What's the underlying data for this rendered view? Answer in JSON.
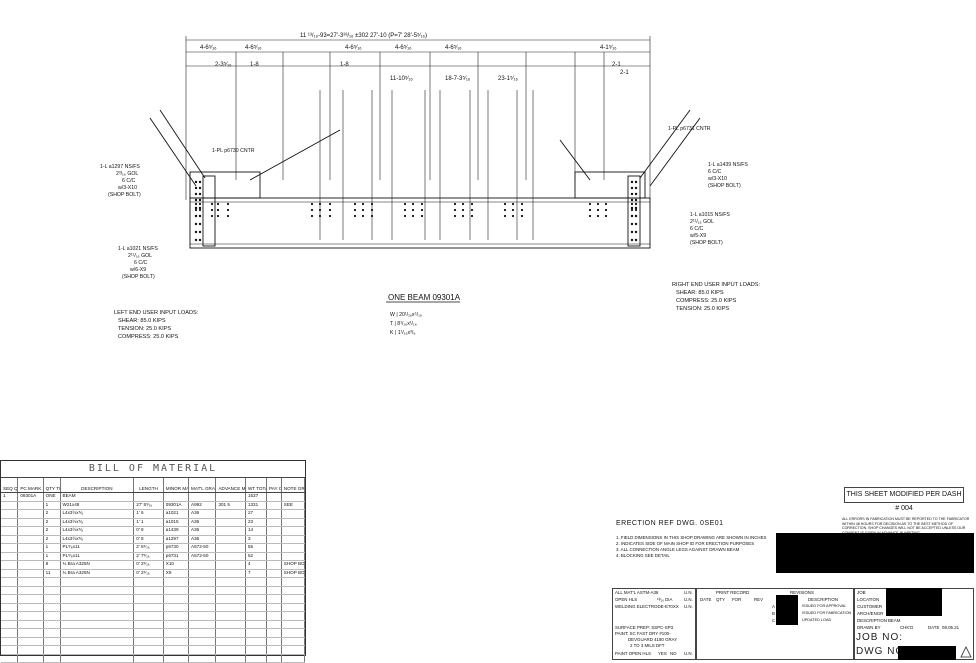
{
  "drawing": {
    "overall_dim": "11 ¹³/₁₆-93=27'-3³³/₁₆   ±302   27'-10   (P=7' 28'-5⁵⁄₁₆)",
    "spacing_dims": [
      "4-6⁵⁄₁₆",
      "4-6⁵⁄₁₆",
      "4-6⁵⁄₁₆",
      "4-6⁵⁄₁₆",
      "4-6⁵⁄₁₆",
      "4-1⁵⁄₁₆"
    ],
    "sub_dims": [
      "2-3⁵⁄₁₆",
      "1-8",
      "1-8",
      "11-10⁵⁄₁₆",
      "18-7-3⁵⁄₁₆",
      "23-1⁵⁄₁₆",
      "2-1",
      "2-1"
    ],
    "left_plate": "1-PL p6730\nCNTR",
    "right_plate": "1-PL p6731\nCNTR",
    "left_angle_top": [
      "1-L a1297 NS/FS",
      "2³/₁₆ GOL",
      "6 C/C",
      "w/3-X10",
      "(SHOP BOLT)"
    ],
    "left_angle_bottom": [
      "1-L a1021 NS/FS",
      "2¹¹/₁₆ GOL",
      "6 C/C",
      "w/6-X9",
      "(SHOP BOLT)"
    ],
    "right_angle_top": [
      "1-L a1439 NS/FS",
      "6 C/C",
      "w/3-X10",
      "(SHOP BOLT)"
    ],
    "right_angle_bottom": [
      "1-L a1015 NS/FS",
      "2¹¹/₁₆ GOL",
      "6 C/C",
      "w/5-X9",
      "(SHOP BOLT)"
    ],
    "left_loads": [
      "LEFT END USER INPUT LOADS:",
      "SHEAR: 85.0 KIPS",
      "TENSION: 25.0 KIPS",
      "COMPRESS: 25.0 KIPS"
    ],
    "right_loads": [
      "RIGHT END USER INPUT LOADS:",
      "SHEAR: 85.0 KIPS",
      "COMPRESS: 25.0 KIPS",
      "TENSION: 25.0 KIPS"
    ],
    "beam_title": "ONE BEAM 09301A",
    "beam_props": [
      "W | 20¹/₁₆x⁵/₁₆",
      "T | 8¹/₁₆x¹/₁₆",
      "K | 1¹/₁₆x³/₈"
    ]
  },
  "bom": {
    "title": "BILL OF MATERIAL",
    "headers": [
      "SEQ QTY",
      "PC MARK",
      "QTY TOTAL",
      "DESCRIPTION",
      "LENGTH",
      "MINOR MARK",
      "MAT'L GRADE",
      "ADVANCE MILL#",
      "WT TOTAL",
      "PAY CODE",
      "NOTE GRADE"
    ],
    "rows": [
      [
        "1",
        "09301A",
        "ONE",
        "BEAM",
        "",
        "",
        "",
        "",
        "1537",
        "",
        ""
      ],
      [
        "",
        "",
        "1",
        "W21x48",
        "27' 5⁵⁄₁₆",
        "09301A",
        "A992",
        "301 5",
        "1331",
        "",
        "SEE"
      ],
      [
        "",
        "",
        "2",
        "L4x3½x⁵⁄₈",
        "1' 6",
        "a1021",
        "A36",
        "",
        "27",
        "",
        ""
      ],
      [
        "",
        "",
        "2",
        "L4x3½x⁵⁄₈",
        "1' 1",
        "a1015",
        "A36",
        "",
        "23",
        "",
        ""
      ],
      [
        "",
        "",
        "2",
        "L4x3½x⁵⁄₈",
        "0' 8",
        "a1439",
        "A36",
        "",
        "14",
        "",
        ""
      ],
      [
        "",
        "",
        "2",
        "L4x3½x⁵⁄₈",
        "0' 8",
        "a1297",
        "A36",
        "",
        "3",
        "",
        ""
      ],
      [
        "",
        "",
        "1",
        "PL⁵⁄₈x11",
        "2' 5⁵⁄₁₆",
        "p6730",
        "A572-50",
        "",
        "55",
        "",
        ""
      ],
      [
        "",
        "",
        "1",
        "PL⁵⁄₈x11",
        "2' 7⁵⁄₁₆",
        "p6731",
        "A572-50",
        "",
        "52",
        "",
        ""
      ],
      [
        "",
        "",
        "8",
        "¾ Bra A325N",
        "0' 2⁵⁄₁₆",
        "X10",
        "",
        "",
        "4",
        "",
        "SHOP BOLT"
      ],
      [
        "",
        "",
        "11",
        "¾ Bra A325N",
        "0' 2⁵⁄₁₆",
        "X9",
        "",
        "",
        "7",
        "",
        "SHOP BOLT"
      ],
      [
        "",
        "",
        "",
        "",
        "",
        "",
        "",
        "",
        "",
        "",
        ""
      ],
      [
        "",
        "",
        "",
        "",
        "",
        "",
        "",
        "",
        "",
        "",
        ""
      ],
      [
        "",
        "",
        "",
        "",
        "",
        "",
        "",
        "",
        "",
        "",
        ""
      ],
      [
        "",
        "",
        "",
        "",
        "",
        "",
        "",
        "",
        "",
        "",
        ""
      ],
      [
        "",
        "",
        "",
        "",
        "",
        "",
        "",
        "",
        "",
        "",
        ""
      ],
      [
        "",
        "",
        "",
        "",
        "",
        "",
        "",
        "",
        "",
        "",
        ""
      ],
      [
        "",
        "",
        "",
        "",
        "",
        "",
        "",
        "",
        "",
        "",
        ""
      ],
      [
        "",
        "",
        "",
        "",
        "",
        "",
        "",
        "",
        "",
        "",
        ""
      ],
      [
        "",
        "",
        "",
        "",
        "",
        "",
        "",
        "",
        "",
        "",
        ""
      ],
      [
        "",
        "",
        "",
        "",
        "",
        "",
        "",
        "",
        "",
        "",
        ""
      ]
    ]
  },
  "title_block": {
    "modified": "THIS SHEET MODIFIED PER DASH # 004",
    "erection_ref": "ERECTION REF DWG. 0SE01",
    "general_notes": [
      "1. FIELD DIMENSIONS IN THIS SHOP DRAWING ARE SHOWN IN INCHES",
      "2. INDICATES SIDE OF MAIN SHOP ID FOR ERECTION PURPOSES",
      "3. ALL CONNECTION ANGLE LEGS AGAINST DRAWN BEAM",
      "4. BLOCKING SEE DETAIL"
    ],
    "fabricator_note": "ALL ERRORS IN FABRICATION MUST BE REPORTED TO THE FABRICATOR WITHIN 48 HOURS FOR DECISION AS TO THE BEST METHOD OF CORRECTION. SHOP CHANGES WILL NOT BE ACCEPTED UNLESS OUR CONSENT IS GIVEN IN ADVANCE IN WRITING.",
    "specs": [
      [
        "ALL MAT'L ASTM-A36",
        "U.N."
      ],
      [
        "OPEN HLS",
        "¹³⁄₁₆ DIA",
        "U.N."
      ],
      [
        "WELDING ELECTRODE-E70XX",
        "U.N."
      ],
      [
        "SURFACE PREP: SSPC-SP3"
      ],
      [
        "PAINT: SC FAST DRY #100-"
      ],
      [
        "DEVGUARD 4180 GRAY"
      ],
      [
        "2 TO 3 MILS DFT"
      ],
      [
        "PAINT OPEN HLS",
        "YES",
        "NO",
        "U.N."
      ]
    ],
    "print_record": "PRINT RECORD",
    "revisions": "REVISIONS",
    "rev_headers": [
      "DATE",
      "QTY",
      "FOR",
      "REV",
      "DESCRIPTION"
    ],
    "rev_rows": [
      [
        "A",
        "ISSUED FOR APPROVAL"
      ],
      [
        "B",
        "ISSUED FOR FABRICATION"
      ],
      [
        "C",
        "UPDATED LOAD"
      ]
    ],
    "job_labels": [
      "JOB",
      "LOCATION",
      "CUSTOMER",
      "ARCH/ENGR",
      "DESCRIPTION"
    ],
    "description_val": "BEAM",
    "drawn_by": "DRAWN BY",
    "chkd": "CHK'D",
    "date": "DATE",
    "date_val": "08.05.21",
    "job_no": "JOB NO:",
    "dwg_no": "DWG NO:"
  }
}
